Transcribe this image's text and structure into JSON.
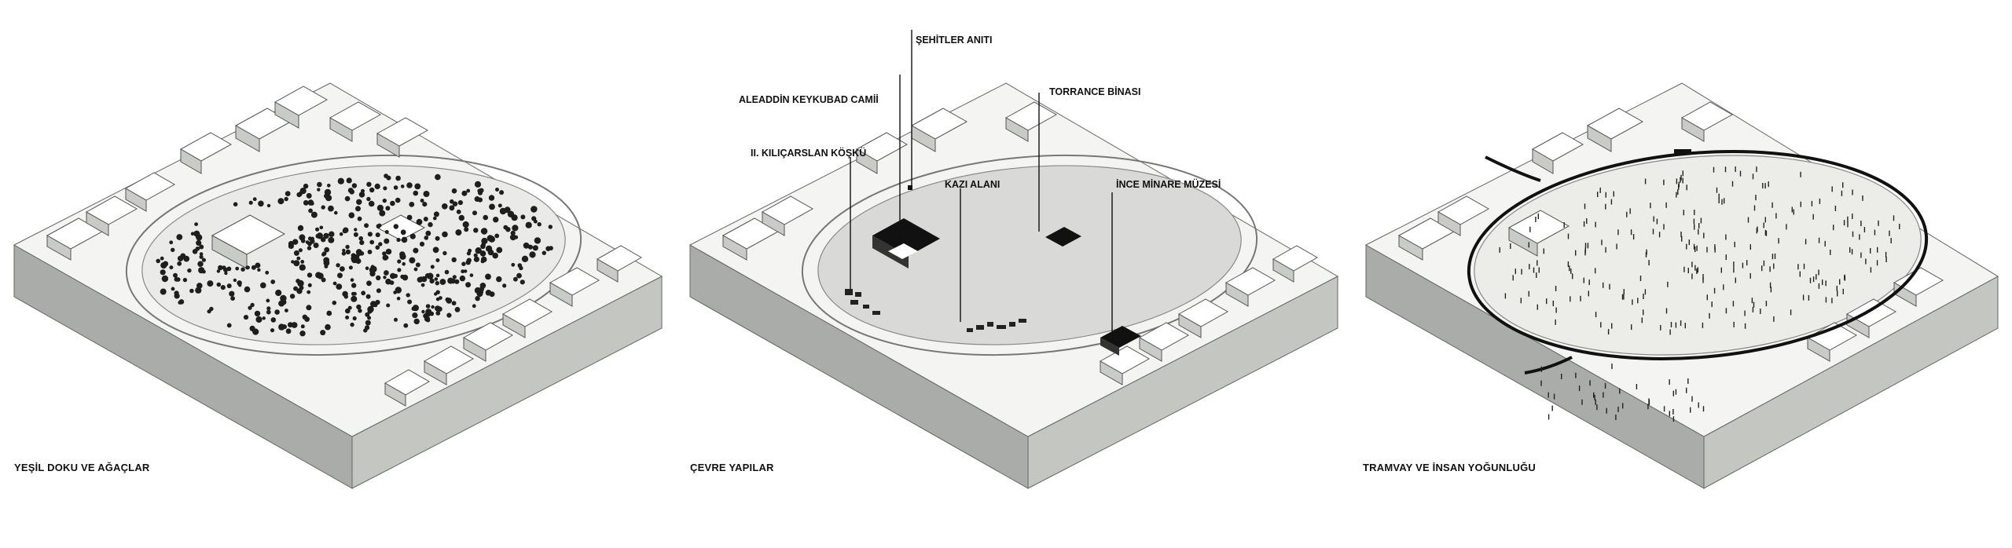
{
  "panels": [
    {
      "caption": "YEŞİL DOKU VE AĞAÇLAR"
    },
    {
      "caption": "ÇEVRE YAPILAR",
      "labels": {
        "sehitler": "ŞEHİTLER ANITI",
        "aleaddin": "ALEADDİN KEYKUBAD CAMİİ",
        "torrance": "TORRANCE BİNASI",
        "kilicarslan": "II. KILIÇARSLAN KÖŞKÜ",
        "kazi": "KAZI ALANI",
        "ince_minare": "İNCE MİNARE MÜZESİ"
      }
    },
    {
      "caption": "TRAMVAY VE İNSAN YOĞUNLUĞU"
    }
  ],
  "colors": {
    "block_side": "#a9aca8",
    "block_top": "#ffffff",
    "ground": "#efefed",
    "park": "#d4d4d2",
    "tree": "#1e1e1e",
    "outline": "#555555",
    "tram": "#111111"
  }
}
